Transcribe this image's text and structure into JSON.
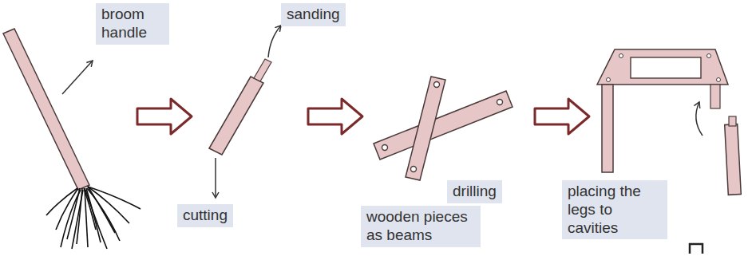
{
  "diagram": {
    "nodes": [
      {
        "text": [
          "broom handle"
        ]
      },
      {
        "text": [
          "sanding"
        ]
      },
      {
        "text": [
          "cutting"
        ]
      },
      {
        "text": [
          "drilling"
        ]
      },
      {
        "text": [
          "wooden pieces as beams"
        ]
      },
      {
        "text": [
          "placing the legs to cavities"
        ]
      }
    ]
  }
}
